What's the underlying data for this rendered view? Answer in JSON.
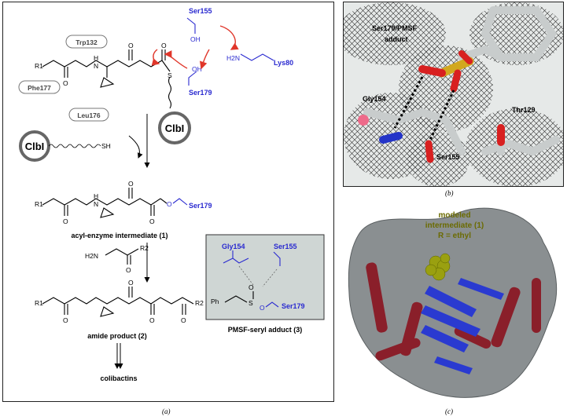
{
  "panel_a": {
    "residues": {
      "trp": "Trp132",
      "phe": "Phe177",
      "leu": "Leu176"
    },
    "ser155": "Ser155",
    "ser179": "Ser179",
    "lys80": "Lys80",
    "oh": "OH",
    "h2n": "H2N",
    "clbi": "ClbI",
    "sh": "SH",
    "s": "S",
    "r1": "R1",
    "r2": "R2",
    "o": "O",
    "nh": "H",
    "n": "N",
    "acyl_label": "acyl-enzyme intermediate (1)",
    "amide_label": "amide product (2)",
    "colibactins_label": "colibactins",
    "inset": {
      "gly154": "Gly154",
      "ser155": "Ser155",
      "ser179": "Ser179",
      "ph": "Ph",
      "label": "PMSF-seryl adduct (3)"
    }
  },
  "panel_b": {
    "adduct_label_1": "Ser179/PMSF",
    "adduct_label_2": "adduct",
    "thr": "Thr129",
    "gly": "Gly154",
    "ser": "Ser155"
  },
  "panel_c": {
    "label_1": "modeled",
    "label_2": "intermediate (1)",
    "label_3": "R = ethyl",
    "label_color": "#6b6b00"
  },
  "captions": {
    "a": "(a)",
    "b": "(b)",
    "c": "(c)"
  },
  "colors": {
    "residue_blue": "#2a2ad0",
    "arrow_red": "#e0362a",
    "helix_red": "#8a1f2a",
    "strand_blue": "#2a3ad0",
    "surface_gray": "#8a8f91",
    "inset_bg": "#cfd6d4"
  }
}
